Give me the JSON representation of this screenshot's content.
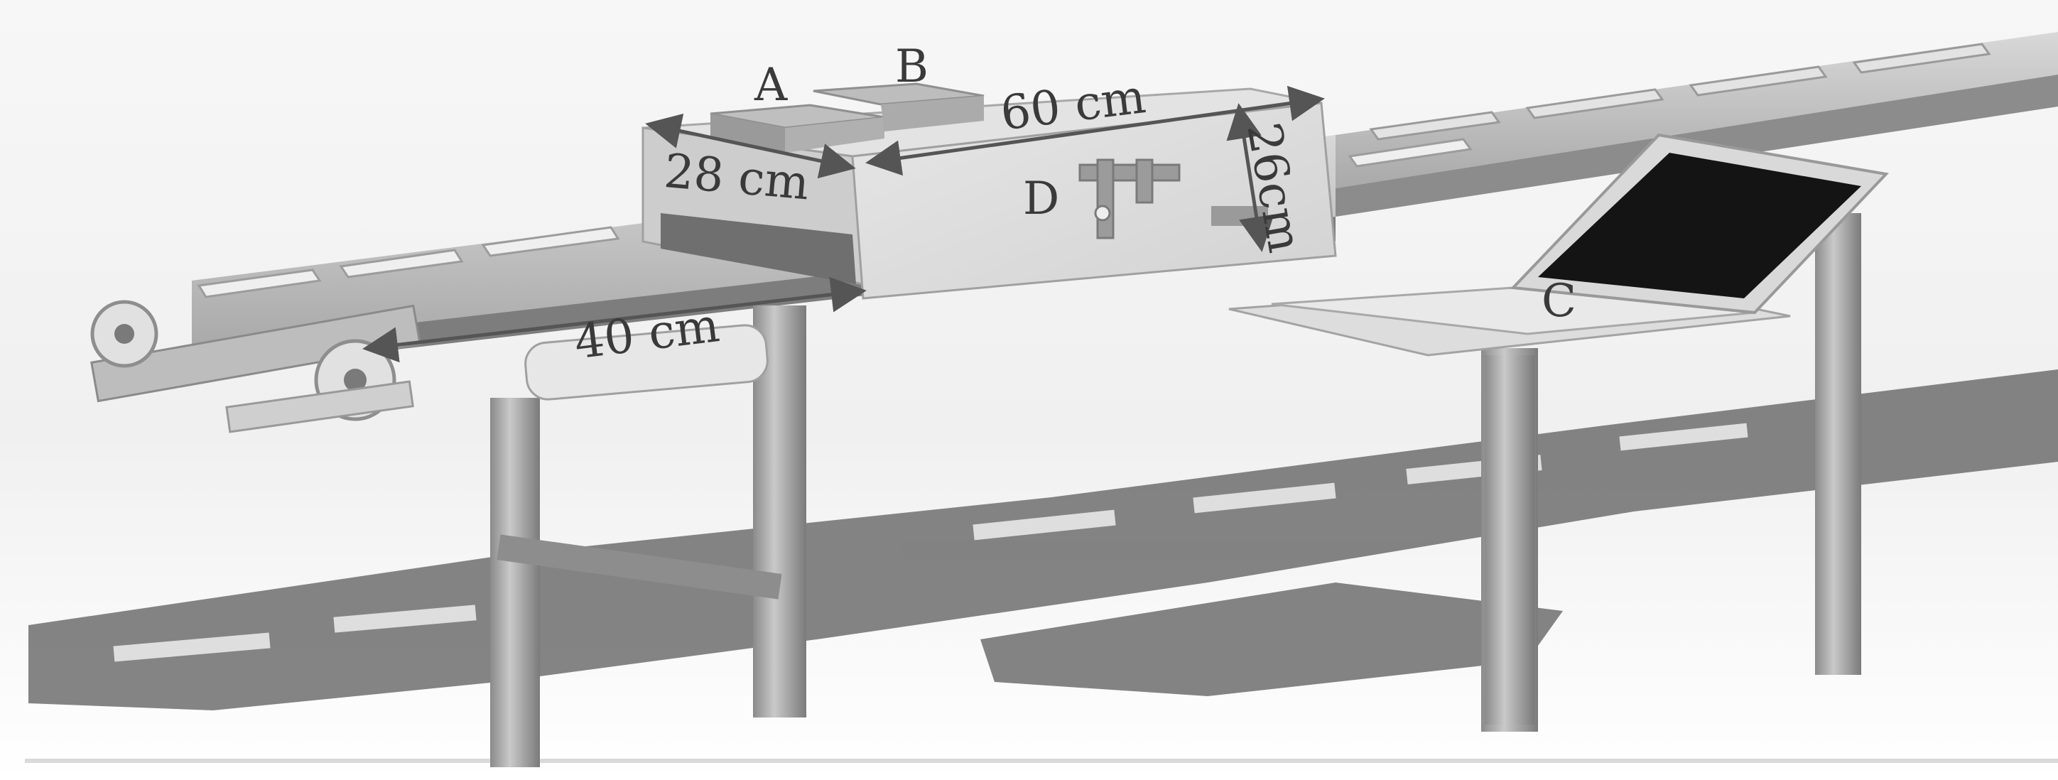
{
  "labels": {
    "a": "A",
    "b": "B",
    "c": "C",
    "d": "D"
  },
  "dimensions": {
    "depth": "28 cm",
    "length": "60 cm",
    "height": "26cm",
    "infeed": "40 cm"
  },
  "colors": {
    "background": "#ffffff",
    "floor_shadow": "#6a6a6a",
    "arrow": "#555555",
    "text": "#3a3a3a",
    "screen": "#141414"
  }
}
